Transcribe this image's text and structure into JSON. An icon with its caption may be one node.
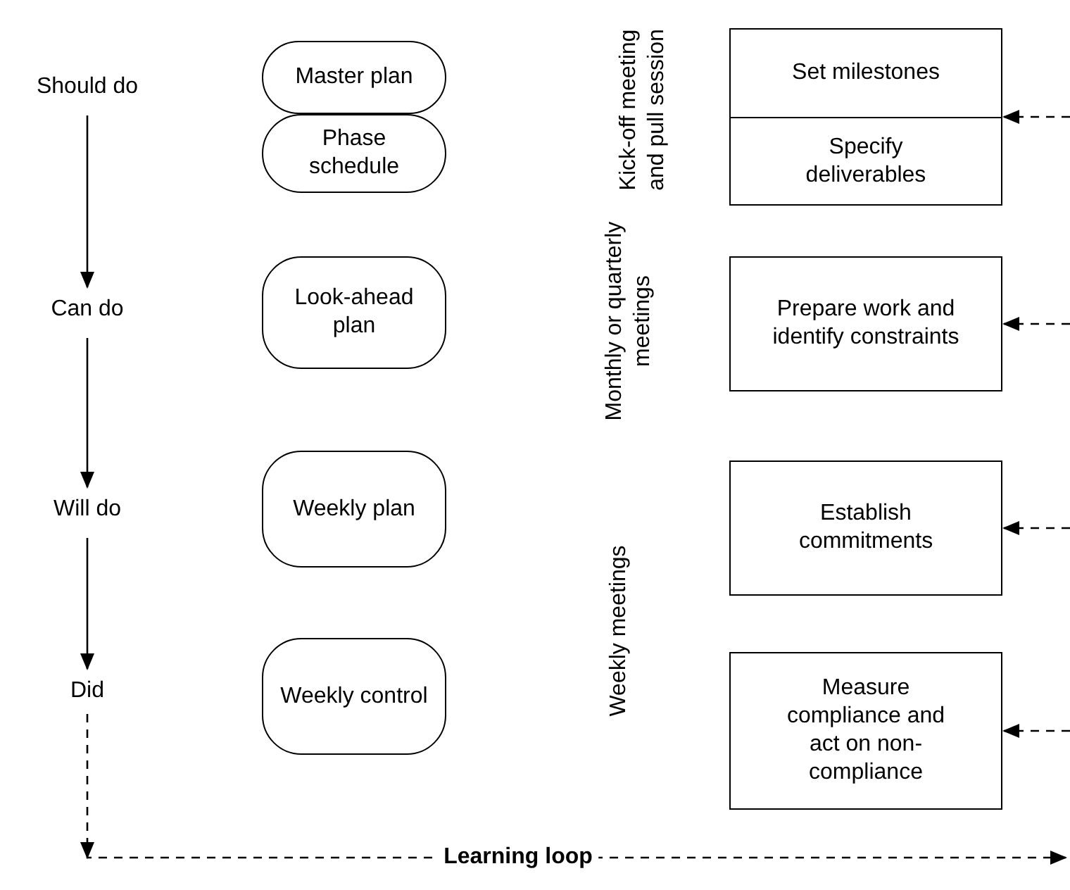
{
  "diagram": {
    "nodes": [
      {
        "text": [
          "Should do"
        ]
      },
      {
        "text": [
          "Can do"
        ]
      },
      {
        "text": [
          "Will do"
        ]
      },
      {
        "text": [
          "Did"
        ]
      },
      {
        "text": [
          "Master plan"
        ]
      },
      {
        "text": [
          "Phase schedule"
        ]
      },
      {
        "text": [
          "Look-ahead plan"
        ]
      },
      {
        "text": [
          "Weekly plan"
        ]
      },
      {
        "text": [
          "Weekly control"
        ]
      },
      {
        "text": [
          "Set milestones"
        ]
      },
      {
        "text": [
          "Specify deliverables"
        ]
      },
      {
        "text": [
          "Prepare work and identify constraints"
        ]
      },
      {
        "text": [
          "Establish commitments"
        ]
      },
      {
        "text": [
          "Measure compliance and act on non-compliance"
        ]
      }
    ],
    "edges": [
      {
        "from": 0,
        "to": 1,
        "arrow": "to"
      },
      {
        "from": 1,
        "to": 2,
        "arrow": "to"
      },
      {
        "from": 2,
        "to": 3,
        "arrow": "to"
      },
      {
        "from": 3,
        "to": null,
        "arrow": "to",
        "label": "Learning loop",
        "style": "dashed"
      },
      {
        "from": null,
        "to": 10,
        "arrow": "to",
        "style": "dashed"
      },
      {
        "from": null,
        "to": 11,
        "arrow": "to",
        "style": "dashed"
      },
      {
        "from": null,
        "to": 12,
        "arrow": "to",
        "style": "dashed"
      },
      {
        "from": null,
        "to": 13,
        "arrow": "to",
        "style": "dashed"
      }
    ],
    "labels": [
      "Kick-off meeting and pull session",
      "Monthly or quarterly meetings",
      "Weekly meetings"
    ]
  }
}
